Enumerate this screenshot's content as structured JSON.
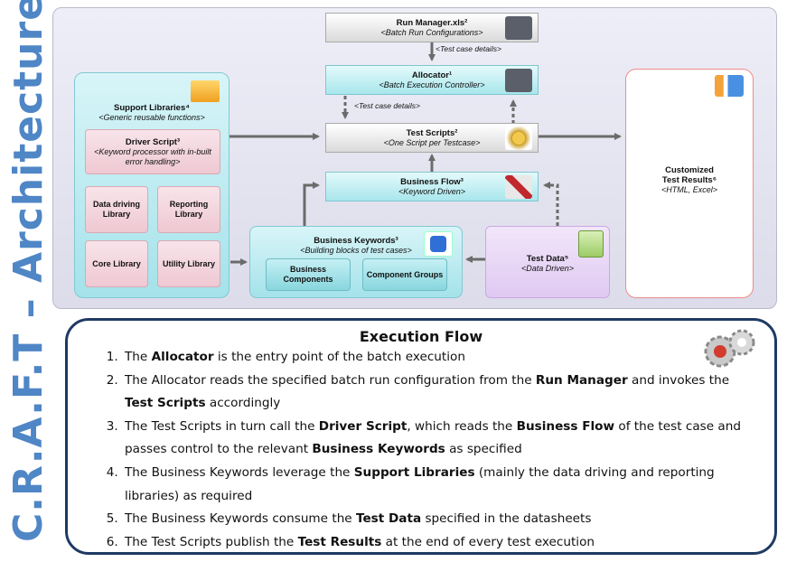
{
  "side_title": "C.R.A.F.T – Architecture",
  "diagram": {
    "run_manager": {
      "title": "Run Manager.xls²",
      "sub": "<Batch Run Configurations>"
    },
    "allocator": {
      "title": "Allocator¹",
      "sub": "<Batch Execution Controller>"
    },
    "test_scripts": {
      "title": "Test Scripts²",
      "sub": "<One Script per Testcase>"
    },
    "business_flow": {
      "title": "Business Flow³",
      "sub": "<Keyword Driven>"
    },
    "business_keywords": {
      "title": "Business Keywords³",
      "sub": "<Building blocks of test cases>",
      "components": [
        "Business Components",
        "Component Groups"
      ]
    },
    "support_libraries": {
      "title": "Support Libraries⁴",
      "sub": "<Generic reusable functions>",
      "driver_title": "Driver Script³",
      "driver_sub": "<Keyword processor with in-built error handling>",
      "libraries": [
        "Data driving Library",
        "Reporting Library",
        "Core Library",
        "Utility Library"
      ]
    },
    "test_data": {
      "title": "Test Data⁵",
      "sub": "<Data Driven>"
    },
    "results": {
      "title": "Customized Test Results⁶",
      "sub": "<HTML, Excel>"
    },
    "arrow_labels": [
      "<Test case details>",
      "<Test case details>"
    ]
  },
  "icons": [
    "spreadsheet-icon",
    "spreadsheet-icon",
    "ship-wheel-icon",
    "puzzle-grid-icon",
    "puzzle-piece-icon",
    "folder-icon",
    "notepad-icon",
    "chart-icon",
    "gears-icon"
  ],
  "colors": {
    "side_title": "#4f86c6",
    "flow_border": "#1f3a63",
    "arrow": "#6b6b6b",
    "results_border": "#f08a8a"
  },
  "execution_flow": {
    "title": "Execution Flow",
    "steps": [
      [
        {
          "t": "The "
        },
        {
          "t": "Allocator",
          "b": true
        },
        {
          "t": " is the entry point of the batch execution"
        }
      ],
      [
        {
          "t": "The Allocator reads the specified batch run configuration from the "
        },
        {
          "t": "Run Manager",
          "b": true
        },
        {
          "t": " and invokes the "
        },
        {
          "t": "Test Scripts",
          "b": true
        },
        {
          "t": " accordingly"
        }
      ],
      [
        {
          "t": "The Test Scripts in turn call the "
        },
        {
          "t": "Driver Script",
          "b": true
        },
        {
          "t": ", which reads the "
        },
        {
          "t": "Business Flow",
          "b": true
        },
        {
          "t": " of the test case and passes control to the relevant "
        },
        {
          "t": "Business Keywords",
          "b": true
        },
        {
          "t": " as specified"
        }
      ],
      [
        {
          "t": "The Business Keywords leverage the "
        },
        {
          "t": "Support Libraries",
          "b": true
        },
        {
          "t": " (mainly the data driving and reporting libraries) as required"
        }
      ],
      [
        {
          "t": "The Business Keywords consume the "
        },
        {
          "t": "Test Data",
          "b": true
        },
        {
          "t": " specified in the datasheets"
        }
      ],
      [
        {
          "t": "The Test Scripts publish the "
        },
        {
          "t": "Test Results",
          "b": true
        },
        {
          "t": " at the end of every test execution"
        }
      ]
    ]
  }
}
